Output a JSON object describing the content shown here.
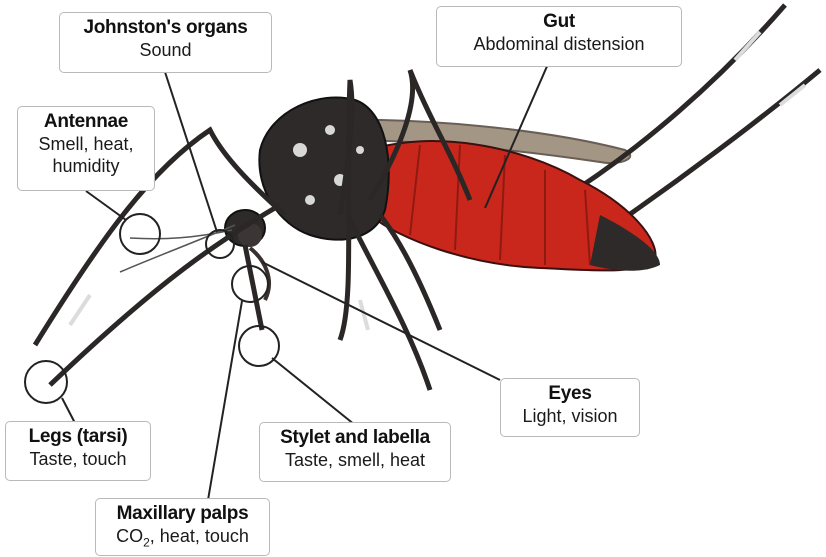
{
  "labels": {
    "johnston": {
      "title": "Johnston's organs",
      "desc": "Sound"
    },
    "gut": {
      "title": "Gut",
      "desc": "Abdominal distension"
    },
    "antennae": {
      "title": "Antennae",
      "desc_lines": [
        "Smell, heat,",
        "humidity"
      ]
    },
    "eyes": {
      "title": "Eyes",
      "desc": "Light, vision"
    },
    "legs": {
      "title": "Legs (tarsi)",
      "desc": "Taste, touch"
    },
    "stylet": {
      "title": "Stylet and labella",
      "desc": "Taste, smell, heat"
    },
    "palps": {
      "title": "Maxillary palps",
      "desc_prefix": "CO",
      "desc_sub": "2",
      "desc_suffix": ", heat, touch"
    }
  },
  "colors": {
    "abdomen": "#c9271c",
    "body": "#2e2a2a",
    "wing": "#8a7a6a",
    "box_border": "#b9b9b9"
  }
}
